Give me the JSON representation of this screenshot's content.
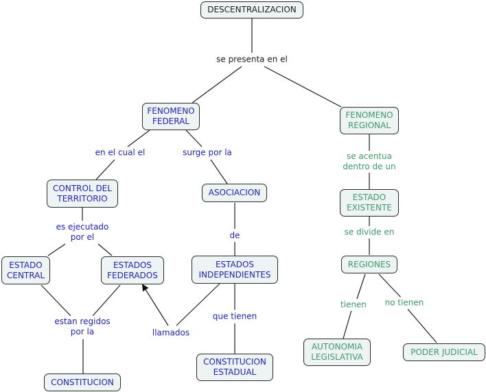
{
  "concept_map": {
    "root": "DESCENTRALIZACION",
    "nodes": {
      "descentralizacion": "DESCENTRALIZACION",
      "fenomeno_federal": "FENOMENO\nFEDERAL",
      "fenomeno_regional": "FENOMENO\nREGIONAL",
      "control_territorio": "CONTROL DEL\nTERRITORIO",
      "asociacion": "ASOCIACION",
      "estado_central": "ESTADO\nCENTRAL",
      "estados_federados": "ESTADOS\nFEDERADOS",
      "estados_independientes": "ESTADOS\nINDEPENDIENTES",
      "constitucion": "CONSTITUCION",
      "constitucion_estadual": "CONSTITUCION\nESTADUAL",
      "estado_existente": "ESTADO\nEXISTENTE",
      "regiones": "REGIONES",
      "autonomia_legislativa": "AUTONOMIA\nLEGISLATIVA",
      "poder_judicial": "PODER JUDICIAL"
    },
    "linking_phrases": {
      "se_presenta_en_el": "se presenta en el",
      "en_el_cual_el": "en el cual el",
      "surge_por_la": "surge por la",
      "es_ejecutado_por_el": "es ejecutado\npor el",
      "de": "de",
      "estan_regidos_por_la": "estan regidos\npor la",
      "llamados": "llamados",
      "que_tienen": "que tienen",
      "se_acentua_dentro_de_un": "se acentua\ndentro de un",
      "se_divide_en": "se divide en",
      "tienen": "tienen",
      "no_tienen": "no tienen"
    },
    "colors": {
      "root_text": "#1a1a1a",
      "federal_branch_text": "#2020c0",
      "regional_branch_text": "#3a9a6a",
      "node_fill": "#eef4f4",
      "node_border": "#2a2a2a",
      "link_line": "#1a1a1a"
    }
  }
}
